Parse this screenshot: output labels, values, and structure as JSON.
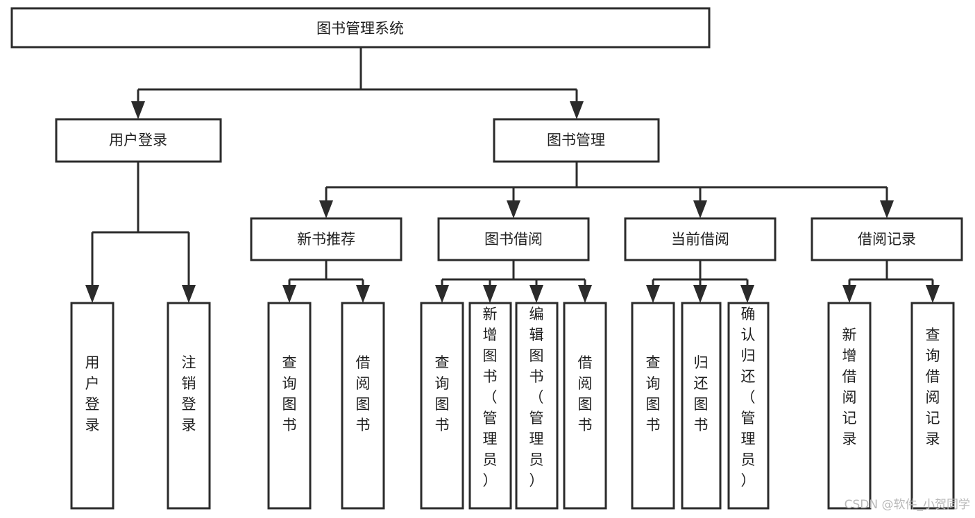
{
  "diagram": {
    "title": "图书管理系统",
    "type": "hierarchy-tree",
    "root": {
      "id": "root",
      "label": "图书管理系统",
      "orientation": "horizontal"
    },
    "level2": [
      {
        "id": "user-login",
        "label": "用户登录",
        "orientation": "horizontal"
      },
      {
        "id": "book-manage",
        "label": "图书管理",
        "orientation": "horizontal"
      }
    ],
    "level3": [
      {
        "id": "new-book-rec",
        "label": "新书推荐",
        "orientation": "horizontal",
        "parent": "book-manage"
      },
      {
        "id": "book-borrow",
        "label": "图书借阅",
        "orientation": "horizontal",
        "parent": "book-manage"
      },
      {
        "id": "current-borrow",
        "label": "当前借阅",
        "orientation": "horizontal",
        "parent": "book-manage"
      },
      {
        "id": "borrow-record",
        "label": "借阅记录",
        "orientation": "horizontal",
        "parent": "book-manage"
      }
    ],
    "leaves": [
      {
        "id": "leaf-user-login",
        "label": "用户登录",
        "orientation": "vertical",
        "parent": "user-login"
      },
      {
        "id": "leaf-logout",
        "label": "注销登录",
        "orientation": "vertical",
        "parent": "user-login"
      },
      {
        "id": "leaf-query-book-rec",
        "label": "查询图书",
        "orientation": "vertical",
        "parent": "new-book-rec"
      },
      {
        "id": "leaf-borrow-book-rec",
        "label": "借阅图书",
        "orientation": "vertical",
        "parent": "new-book-rec"
      },
      {
        "id": "leaf-query-book-borrow",
        "label": "查询图书",
        "orientation": "vertical",
        "parent": "book-borrow"
      },
      {
        "id": "leaf-add-book",
        "label": "新增图书（管理员）",
        "orientation": "vertical",
        "parent": "book-borrow"
      },
      {
        "id": "leaf-edit-book",
        "label": "编辑图书（管理员）",
        "orientation": "vertical",
        "parent": "book-borrow"
      },
      {
        "id": "leaf-borrow-book",
        "label": "借阅图书",
        "orientation": "vertical",
        "parent": "book-borrow"
      },
      {
        "id": "leaf-query-book-current",
        "label": "查询图书",
        "orientation": "vertical",
        "parent": "current-borrow"
      },
      {
        "id": "leaf-return-book",
        "label": "归还图书",
        "orientation": "vertical",
        "parent": "current-borrow"
      },
      {
        "id": "leaf-confirm-return",
        "label": "确认归还（管理员）",
        "orientation": "vertical",
        "parent": "current-borrow"
      },
      {
        "id": "leaf-add-record",
        "label": "新增借阅记录",
        "orientation": "vertical",
        "parent": "borrow-record"
      },
      {
        "id": "leaf-query-record",
        "label": "查询借阅记录",
        "orientation": "vertical",
        "parent": "borrow-record"
      }
    ],
    "colors": {
      "stroke": "#2b2b2b",
      "box_fill": "#ffffff",
      "text": "#1f1f1f",
      "background": "#ffffff",
      "watermark": "#b8b8b8"
    }
  },
  "watermark": {
    "text": "CSDN @软件_小贺同学"
  }
}
